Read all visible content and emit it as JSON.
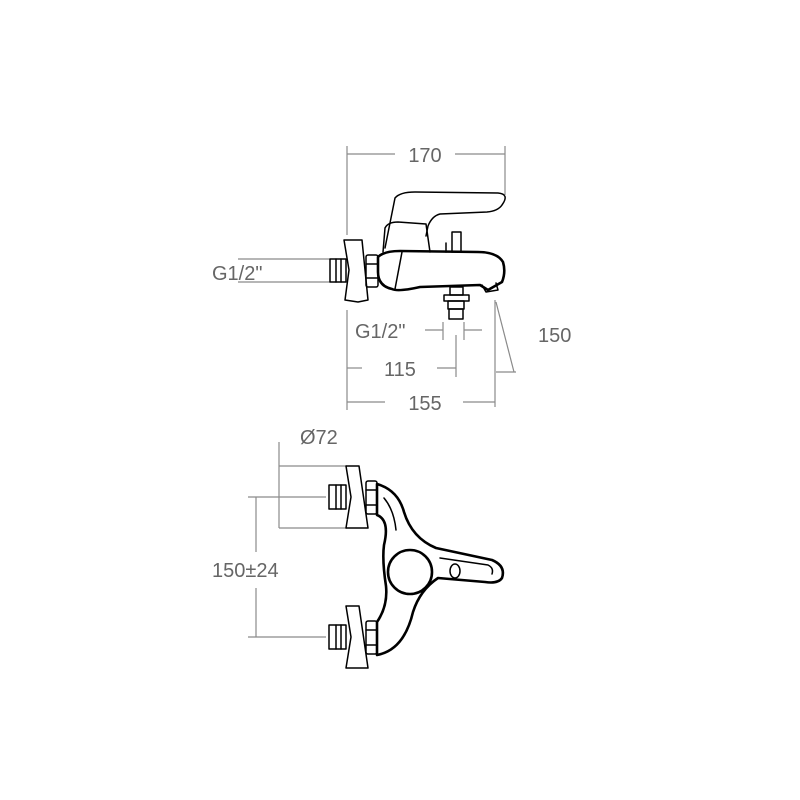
{
  "top_view": {
    "width_label": "170",
    "inlet_thread_label": "G1/2\"",
    "outlet_thread_label": "G1/2\"",
    "outlet_offset_label": "115",
    "spout_length_label": "155",
    "height_label": "150"
  },
  "front_view": {
    "flange_diameter_label": "Ø72",
    "center_distance_label": "150±24"
  }
}
